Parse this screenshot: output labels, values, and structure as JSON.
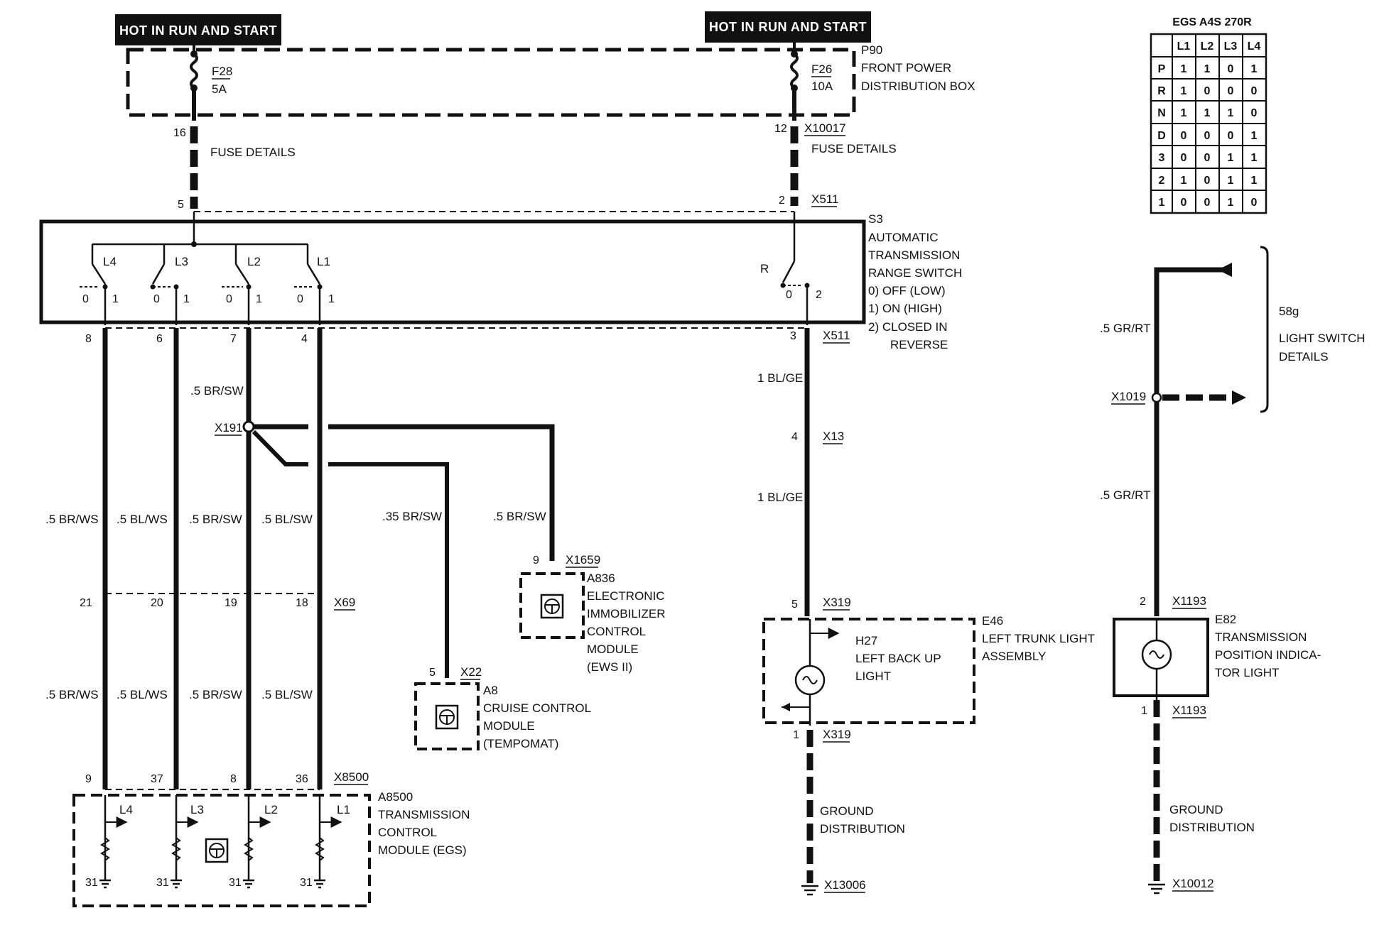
{
  "power": {
    "left_header": "HOT IN RUN AND START",
    "right_header": "HOT IN RUN AND START",
    "fuse_left": {
      "name": "F28",
      "rating": "5A"
    },
    "fuse_right": {
      "name": "F26",
      "rating": "10A"
    },
    "box_id": "P90",
    "box_name_1": "FRONT POWER",
    "box_name_2": "DISTRIBUTION BOX",
    "fuse_details_left": "FUSE DETAILS",
    "fuse_details_right": "FUSE DETAILS",
    "x10017": "X10017",
    "x511_top": "X511",
    "x511_bottom": "X511",
    "pin_16": "16",
    "pin_12": "12",
    "pin_5": "5",
    "pin_2": "2",
    "pin_3": "3"
  },
  "switch": {
    "id": "S3",
    "name_1": "AUTOMATIC",
    "name_2": "TRANSMISSION",
    "name_3": "RANGE SWITCH",
    "legend_0": "0)   OFF (LOW)",
    "legend_1": "1)   ON (HIGH)",
    "legend_2a": "2)   CLOSED IN",
    "legend_2b": "REVERSE",
    "contacts": [
      {
        "label": "L4",
        "off": "0",
        "on": "1"
      },
      {
        "label": "L3",
        "off": "0",
        "on": "1"
      },
      {
        "label": "L2",
        "off": "0",
        "on": "1"
      },
      {
        "label": "L1",
        "off": "0",
        "on": "1"
      }
    ],
    "reverse": {
      "label": "R",
      "off": "0",
      "on": "2"
    }
  },
  "harness": {
    "top_pins": [
      "8",
      "6",
      "7",
      "4"
    ],
    "upper_wires": [
      ".5 BR/WS",
      ".5 BL/WS",
      ".5 BR/SW",
      ".5 BL/SW"
    ],
    "wire_7_top": ".5 BR/SW",
    "x69_pins": [
      "21",
      "20",
      "19",
      "18"
    ],
    "x69": "X69",
    "lower_wires": [
      ".5 BR/WS",
      ".5 BL/WS",
      ".5 BR/SW",
      ".5 BL/SW"
    ],
    "x8500_pins": [
      "9",
      "37",
      "8",
      "36"
    ],
    "x8500": "X8500",
    "x191": "X191",
    "wire_cruise": ".35 BR/SW",
    "wire_ews": ".5 BR/SW"
  },
  "egs": {
    "id": "A8500",
    "name_1": "TRANSMISSION",
    "name_2": "CONTROL",
    "name_3": "MODULE (EGS)",
    "channels": [
      "L4",
      "L3",
      "L2",
      "L1"
    ],
    "ground_pins": [
      "31",
      "31",
      "31",
      "31"
    ]
  },
  "cruise": {
    "pin": "5",
    "connector": "X22",
    "id": "A8",
    "name_1": "CRUISE CONTROL",
    "name_2": "MODULE",
    "name_3": "(TEMPOMAT)"
  },
  "ews": {
    "pin": "9",
    "connector": "X1659",
    "id": "A836",
    "name_1": "ELECTRONIC",
    "name_2": "IMMOBILIZER",
    "name_3": "CONTROL",
    "name_4": "MODULE",
    "name_5": "(EWS II)"
  },
  "backup": {
    "wire_1": "1 BL/GE",
    "wire_2": "1 BL/GE",
    "x13_pin": "4",
    "x13": "X13",
    "x319_pin_top": "5",
    "x319_top": "X319",
    "x319_pin_bottom": "1",
    "x319_bottom": "X319",
    "assembly_id": "E46",
    "assembly_1": "LEFT TRUNK LIGHT",
    "assembly_2": "ASSEMBLY",
    "lamp_id": "H27",
    "lamp_1": "LEFT BACK UP",
    "lamp_2": "LIGHT",
    "ground_1": "GROUND",
    "ground_2": "DISTRIBUTION",
    "ground_conn": "X13006"
  },
  "indicator": {
    "wire_1": ".5 GR/RT",
    "wire_2": ".5 GR/RT",
    "x1019": "X1019",
    "detail_id": "58g",
    "detail_1": "LIGHT SWITCH",
    "detail_2": "DETAILS",
    "x1193_pin_top": "2",
    "x1193_top": "X1193",
    "x1193_pin_bottom": "1",
    "x1193_bottom": "X1193",
    "lamp_id": "E82",
    "lamp_1": "TRANSMISSION",
    "lamp_2": "POSITION INDICA-",
    "lamp_3": "TOR LIGHT",
    "ground_1": "GROUND",
    "ground_2": "DISTRIBUTION",
    "ground_conn": "X10012"
  },
  "logic_table": {
    "title": "EGS A4S 270R",
    "columns": [
      "L1",
      "L2",
      "L3",
      "L4"
    ],
    "rows": [
      {
        "gear": "P",
        "values": [
          "1",
          "1",
          "0",
          "1"
        ]
      },
      {
        "gear": "R",
        "values": [
          "1",
          "0",
          "0",
          "0"
        ]
      },
      {
        "gear": "N",
        "values": [
          "1",
          "1",
          "1",
          "0"
        ]
      },
      {
        "gear": "D",
        "values": [
          "0",
          "0",
          "0",
          "1"
        ]
      },
      {
        "gear": "3",
        "values": [
          "0",
          "0",
          "1",
          "1"
        ]
      },
      {
        "gear": "2",
        "values": [
          "1",
          "0",
          "1",
          "1"
        ]
      },
      {
        "gear": "1",
        "values": [
          "0",
          "0",
          "1",
          "0"
        ]
      }
    ]
  }
}
